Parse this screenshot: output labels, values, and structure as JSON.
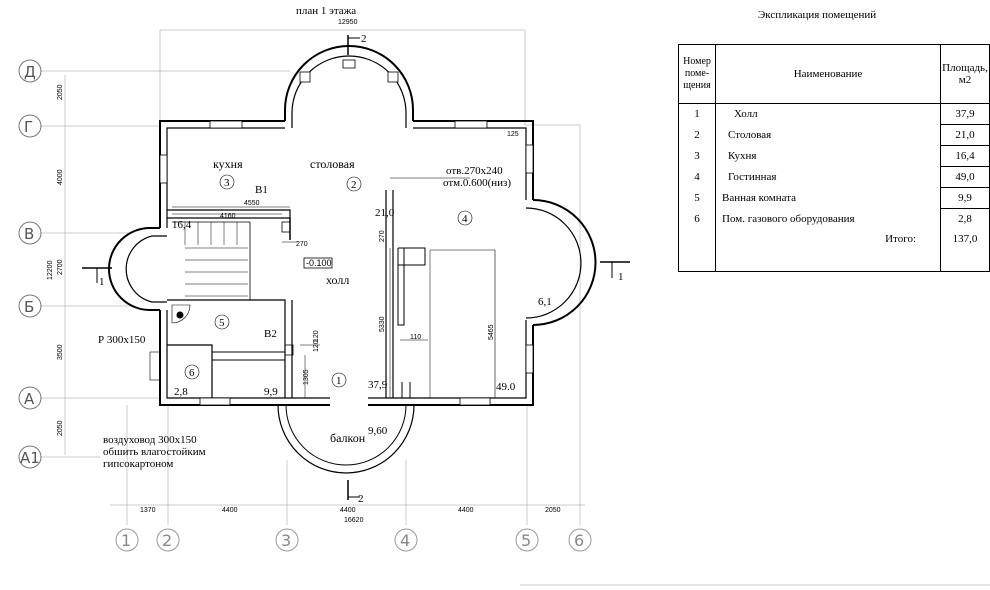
{
  "plan": {
    "title": "план 1 этажа",
    "dims": {
      "top_total": "12950",
      "left_total": "12200",
      "left_segments": [
        "2050",
        "4000",
        "2700",
        "3500",
        "2050"
      ],
      "bottom_segments": [
        "1370",
        "4400",
        "4400",
        "4400",
        "2050"
      ],
      "bottom_total": "16620",
      "kitchen_a": "4550",
      "kitchen_b": "4160",
      "d270_a": "270",
      "d270_b": "270",
      "d125": "125",
      "d120_a": "120",
      "d120_b": "120",
      "d1305": "1305",
      "d5330": "5330",
      "d5465": "5465",
      "d110": "110"
    },
    "axes_letters": [
      "Д",
      "Г",
      "В",
      "Б",
      "А",
      "А1"
    ],
    "axes_numbers": [
      "1",
      "2",
      "3",
      "4",
      "5",
      "6"
    ],
    "section_marks": {
      "s1": "1",
      "s2": "2"
    },
    "rooms": {
      "kitchen": "кухня",
      "dining": "столовая",
      "hall": "холл",
      "balcony": "балкон"
    },
    "room_numbers": {
      "n1": "1",
      "n2": "2",
      "n3": "3",
      "n4": "4",
      "n5": "5",
      "n6": "6"
    },
    "areas": {
      "a164": "16,4",
      "a210": "21,0",
      "a61": "6,1",
      "a99": "9,9",
      "a28": "2,8",
      "a379": "37,9",
      "a490": "49.0",
      "a960": "9,60"
    },
    "labels": {
      "v1": "В1",
      "v2": "В2",
      "level": "-0.100",
      "opening_1": "отв.270х240",
      "opening_2": "отм.0.600(низ)",
      "duct": "Р 300х150",
      "duct_note_1": "воздуховод 300х150",
      "duct_note_2": "обшить влагостойким",
      "duct_note_3": "гипсокартоном"
    }
  },
  "table": {
    "title": "Экспликация помещений",
    "headers": {
      "number_1": "Номер",
      "number_2": "поме-",
      "number_3": "щения",
      "name": "Наименование",
      "area_1": "Площадь,",
      "area_2": "м2"
    },
    "rows": [
      {
        "n": "1",
        "name": "Холл",
        "area": "37,9"
      },
      {
        "n": "2",
        "name": "Столовая",
        "area": "21,0"
      },
      {
        "n": "3",
        "name": "Кухня",
        "area": "16,4"
      },
      {
        "n": "4",
        "name": "Гостинная",
        "area": "49,0"
      },
      {
        "n": "5",
        "name": "Ванная комната",
        "area": "9,9"
      },
      {
        "n": "6",
        "name": "Пом. газового оборудования",
        "area": "2,8"
      }
    ],
    "total_label": "Итого:",
    "total_value": "137,0"
  }
}
